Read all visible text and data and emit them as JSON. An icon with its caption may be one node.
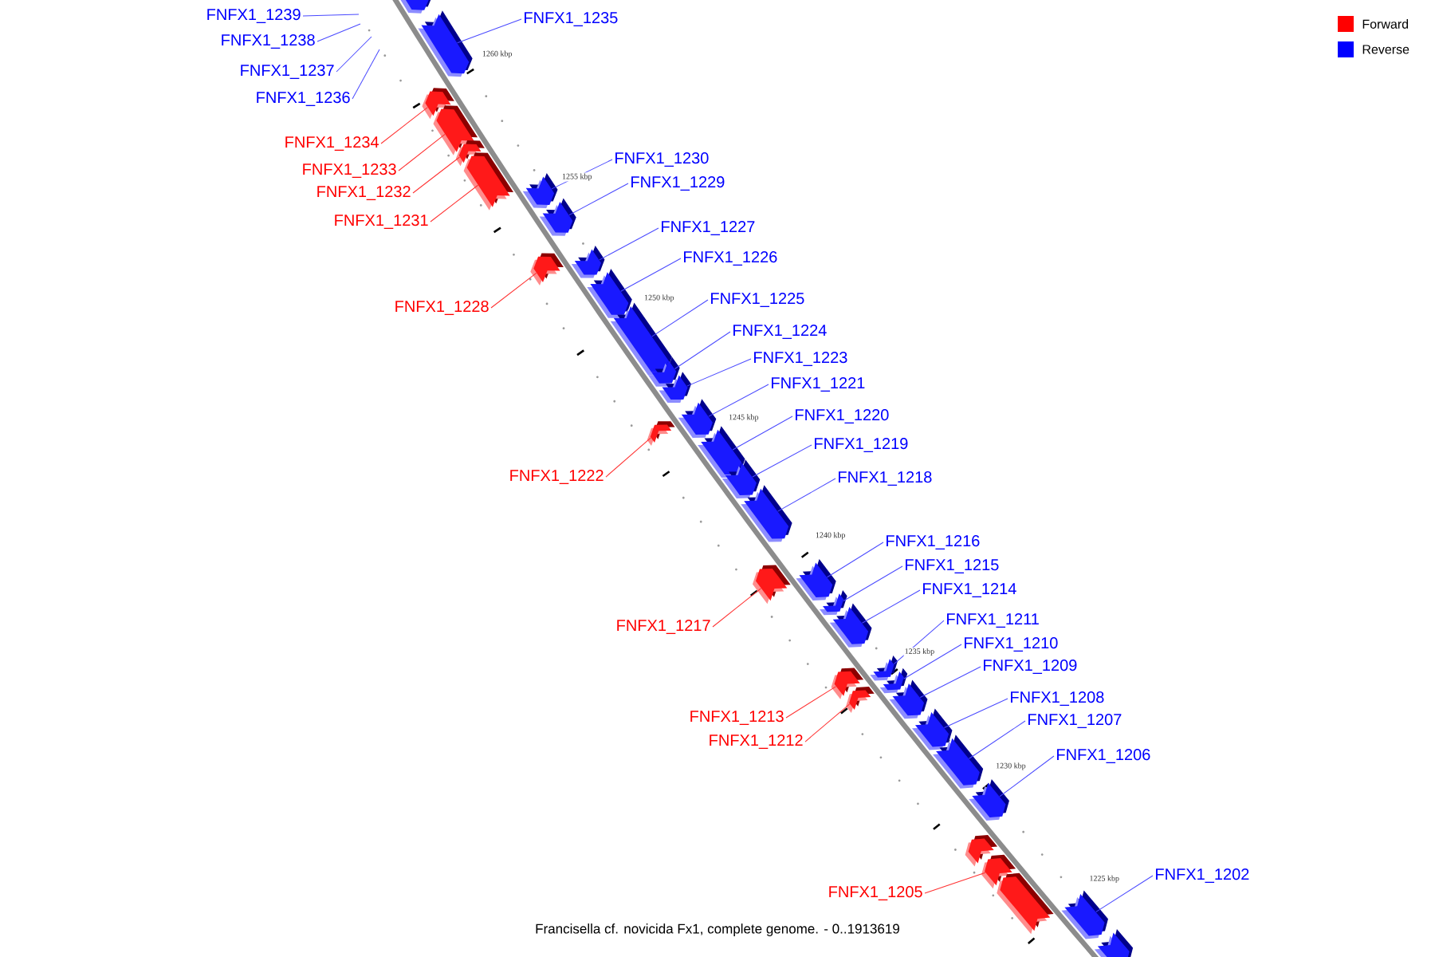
{
  "diagram": {
    "caption": "Francisella cf. novicida Fx1, complete genome. - 0..1913619",
    "nodes": [
      {
        "text": [],
        "shape": "bar"
      },
      {
        "text": [
          "FNFX1_1239"
        ]
      },
      {
        "text": [
          "FNFX1_1238"
        ]
      },
      {
        "text": [
          "FNFX1_1237"
        ]
      },
      {
        "text": [
          "FNFX1_1236"
        ]
      },
      {
        "text": [
          "FNFX1_1235"
        ]
      },
      {
        "text": [],
        "shape": "bar"
      },
      {
        "text": [
          "FNFX1_1234"
        ]
      },
      {
        "text": [],
        "shape": "bar"
      },
      {
        "text": [
          "FNFX1_1233"
        ]
      },
      {
        "text": [],
        "shape": "bar"
      },
      {
        "text": [
          "FNFX1_1232"
        ]
      },
      {
        "text": [],
        "shape": "bar"
      },
      {
        "text": [
          "FNFX1_1231"
        ]
      },
      {
        "text": [],
        "shape": "bar"
      },
      {
        "text": [
          "FNFX1_1230"
        ]
      },
      {
        "text": [],
        "shape": "bar"
      },
      {
        "text": [
          "FNFX1_1229"
        ]
      },
      {
        "text": [],
        "shape": "bar"
      },
      {
        "text": [
          "FNFX1_1227"
        ]
      },
      {
        "text": [],
        "shape": "bar"
      },
      {
        "text": [
          "FNFX1_1226"
        ]
      },
      {
        "text": [],
        "shape": "bar"
      },
      {
        "text": [
          "FNFX1_1225"
        ]
      },
      {
        "text": [],
        "shape": "bar"
      },
      {
        "text": [
          "FNFX1_1228"
        ]
      },
      {
        "text": [],
        "shape": "bar"
      },
      {
        "text": [
          "FNFX1_1224"
        ]
      },
      {
        "text": [],
        "shape": "bar"
      },
      {
        "text": [
          "FNFX1_1223"
        ]
      },
      {
        "text": [],
        "shape": "bar"
      },
      {
        "text": [
          "FNFX1_1221"
        ]
      },
      {
        "text": [],
        "shape": "bar"
      },
      {
        "text": [
          "FNFX1_1220"
        ]
      },
      {
        "text": [],
        "shape": "bar"
      },
      {
        "text": [
          "FNFX1_1219"
        ]
      },
      {
        "text": [],
        "shape": "bar"
      },
      {
        "text": [
          "FNFX1_1222"
        ]
      },
      {
        "text": [],
        "shape": "bar"
      },
      {
        "text": [
          "FNFX1_1218"
        ]
      },
      {
        "text": [],
        "shape": "bar"
      },
      {
        "text": [
          "FNFX1_1216"
        ]
      },
      {
        "text": [],
        "shape": "bar"
      },
      {
        "text": [
          "FNFX1_1215"
        ]
      },
      {
        "text": [],
        "shape": "bar"
      },
      {
        "text": [
          "FNFX1_1214"
        ]
      },
      {
        "text": [],
        "shape": "bar"
      },
      {
        "text": [
          "FNFX1_1211"
        ]
      },
      {
        "text": [],
        "shape": "bar"
      },
      {
        "text": [
          "FNFX1_1217"
        ]
      },
      {
        "text": [],
        "shape": "bar"
      },
      {
        "text": [
          "FNFX1_1210"
        ]
      },
      {
        "text": [],
        "shape": "bar"
      },
      {
        "text": [
          "FNFX1_1209"
        ]
      },
      {
        "text": [],
        "shape": "bar"
      },
      {
        "text": [
          "FNFX1_1208"
        ]
      },
      {
        "text": [],
        "shape": "bar"
      },
      {
        "text": [
          "FNFX1_1213"
        ]
      },
      {
        "text": [],
        "shape": "bar"
      },
      {
        "text": [
          "FNFX1_1207"
        ]
      },
      {
        "text": [],
        "shape": "bar"
      },
      {
        "text": [
          "FNFX1_1212"
        ]
      },
      {
        "text": [],
        "shape": "bar"
      },
      {
        "text": [
          "FNFX1_1206"
        ]
      },
      {
        "text": [],
        "shape": "bar"
      },
      {
        "text": [
          "FNFX1_1202"
        ]
      },
      {
        "text": [],
        "shape": "bar"
      },
      {
        "text": [
          "FNFX1_1205"
        ]
      },
      {
        "text": [],
        "shape": "bar"
      },
      {
        "text": [],
        "shape": "bar"
      },
      {
        "text": [],
        "shape": "bar"
      },
      {
        "text": [],
        "shape": "bar"
      }
    ],
    "edges": [
      {
        "from": 1,
        "to": null,
        "arrow": "none"
      },
      {
        "from": 2,
        "to": null,
        "arrow": "none"
      },
      {
        "from": 3,
        "to": null,
        "arrow": "none"
      },
      {
        "from": 4,
        "to": null,
        "arrow": "none"
      },
      {
        "from": 5,
        "to": 6,
        "arrow": "none"
      },
      {
        "from": 7,
        "to": 8,
        "arrow": "none",
        "color": "#ff3030"
      },
      {
        "from": 9,
        "to": 10,
        "arrow": "none",
        "color": "#ff3030"
      },
      {
        "from": 11,
        "to": 12,
        "arrow": "none",
        "color": "#ff3030"
      },
      {
        "from": 13,
        "to": 14,
        "arrow": "none",
        "color": "#ff3030"
      },
      {
        "from": 15,
        "to": 16,
        "arrow": "none"
      },
      {
        "from": 17,
        "to": 18,
        "arrow": "none"
      },
      {
        "from": 19,
        "to": 20,
        "arrow": "none"
      },
      {
        "from": 21,
        "to": 22,
        "arrow": "none"
      },
      {
        "from": 23,
        "to": 24,
        "arrow": "none"
      },
      {
        "from": 25,
        "to": 26,
        "arrow": "none",
        "color": "#ff3030"
      },
      {
        "from": 27,
        "to": 28,
        "arrow": "none"
      },
      {
        "from": 29,
        "to": 30,
        "arrow": "none"
      },
      {
        "from": 31,
        "to": 32,
        "arrow": "none"
      },
      {
        "from": 33,
        "to": 34,
        "arrow": "none"
      },
      {
        "from": 35,
        "to": 36,
        "arrow": "none"
      },
      {
        "from": 37,
        "to": 38,
        "arrow": "none",
        "color": "#ff3030"
      },
      {
        "from": 39,
        "to": 40,
        "arrow": "none"
      },
      {
        "from": 41,
        "to": 42,
        "arrow": "none"
      },
      {
        "from": 43,
        "to": 44,
        "arrow": "none"
      },
      {
        "from": 45,
        "to": 46,
        "arrow": "none"
      },
      {
        "from": 47,
        "to": 48,
        "arrow": "none"
      },
      {
        "from": 49,
        "to": 50,
        "arrow": "none",
        "color": "#ff3030"
      },
      {
        "from": 51,
        "to": 52,
        "arrow": "none"
      },
      {
        "from": 53,
        "to": 54,
        "arrow": "none"
      },
      {
        "from": 55,
        "to": 56,
        "arrow": "none"
      },
      {
        "from": 57,
        "to": 58,
        "arrow": "none",
        "color": "#ff3030"
      },
      {
        "from": 59,
        "to": 60,
        "arrow": "none"
      },
      {
        "from": 61,
        "to": 62,
        "arrow": "none",
        "color": "#ff3030"
      },
      {
        "from": 63,
        "to": 64,
        "arrow": "none"
      },
      {
        "from": 65,
        "to": 66,
        "arrow": "none"
      },
      {
        "from": 67,
        "to": 68,
        "arrow": "none",
        "color": "#ff3030"
      }
    ],
    "labels": [
      "1260 kbp",
      "1255 kbp",
      "1250 kbp",
      "1245 kbp",
      "1240 kbp",
      "1235 kbp",
      "1230 kbp",
      "1225 kbp"
    ],
    "legend": [
      {
        "text": "Forward",
        "color": "#ff0000"
      },
      {
        "text": "Reverse",
        "color": "#0000ff"
      }
    ]
  }
}
